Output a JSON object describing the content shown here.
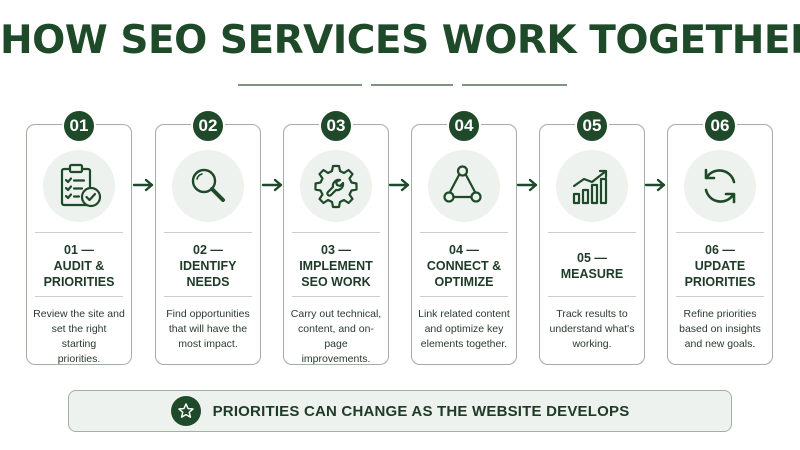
{
  "title": "HOW SEO SERVICES WORK TOGETHER",
  "colors": {
    "primary": "#1f4a2a",
    "icon_bg": "#eef2ef",
    "border": "#9fb1a3"
  },
  "steps": [
    {
      "number": "01",
      "heading": "01 —",
      "title": [
        "AUDIT &",
        "PRIORITIES"
      ],
      "description": [
        "Review the site and",
        "set the right starting",
        "priorities."
      ],
      "icon": "clipboard-check-icon"
    },
    {
      "number": "02",
      "heading": "02 —",
      "title": [
        "IDENTIFY",
        "NEEDS"
      ],
      "description": [
        "Find opportunities",
        "that will have the",
        "most impact."
      ],
      "icon": "magnifier-icon"
    },
    {
      "number": "03",
      "heading": "03 —",
      "title": [
        "IMPLEMENT",
        "SEO WORK"
      ],
      "description": [
        "Carry out technical,",
        "content, and on-page",
        "improvements."
      ],
      "icon": "gear-wrench-icon"
    },
    {
      "number": "04",
      "heading": "04 —",
      "title": [
        "CONNECT &",
        "OPTIMIZE"
      ],
      "description": [
        "Link related content",
        "and optimize key",
        "elements together."
      ],
      "icon": "network-nodes-icon"
    },
    {
      "number": "05",
      "heading": "05 —",
      "title": [
        "MEASURE"
      ],
      "description": [
        "Track results to",
        "understand what's",
        "working."
      ],
      "icon": "bar-chart-trend-icon"
    },
    {
      "number": "06",
      "heading": "06 —",
      "title": [
        "UPDATE",
        "PRIORITIES"
      ],
      "description": [
        "Refine priorities",
        "based on insights",
        "and new goals."
      ],
      "icon": "refresh-cycle-icon"
    }
  ],
  "banner": {
    "text": "PRIORITIES CAN CHANGE AS THE WEBSITE DEVELOPS",
    "icon": "star-icon"
  }
}
